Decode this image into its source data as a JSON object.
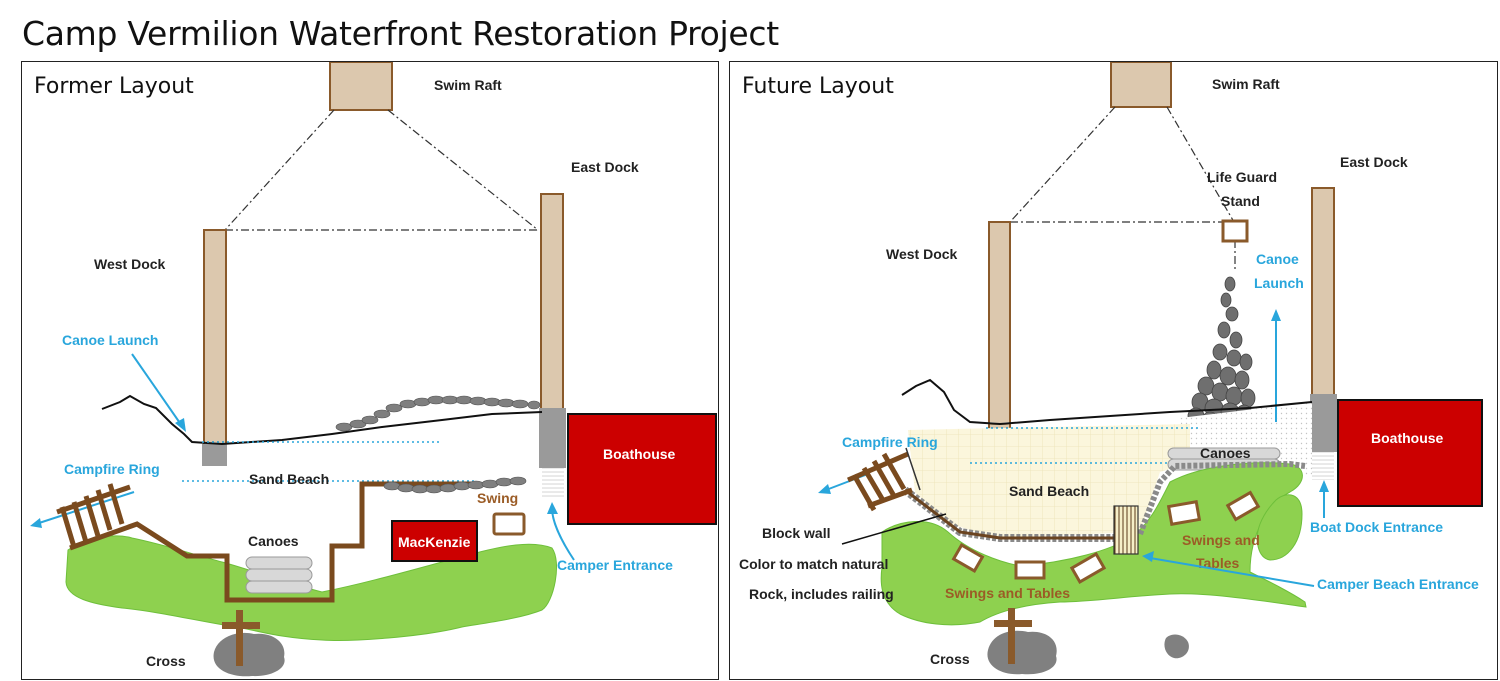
{
  "title": "Camp Vermilion Waterfront Restoration Project",
  "colors": {
    "dock": "#8a5a2b",
    "grass": "#8ed14f",
    "building": "#cc0000",
    "label_blue": "#29a6dc",
    "label_brown": "#9b5c26",
    "rock": "#808080"
  },
  "former": {
    "heading": "Former Layout",
    "swim_raft": "Swim Raft",
    "east_dock": "East Dock",
    "west_dock": "West Dock",
    "canoe_launch": "Canoe Launch",
    "campfire_ring": "Campfire Ring",
    "sand_beach": "Sand Beach",
    "boathouse": "Boathouse",
    "swing": "Swing",
    "canoes": "Canoes",
    "mackenzie": "MacKenzie",
    "camper_entrance": "Camper Entrance",
    "cross": "Cross"
  },
  "future": {
    "heading": "Future Layout",
    "swim_raft": "Swim Raft",
    "east_dock": "East Dock",
    "life_guard_1": "Life Guard",
    "life_guard_2": "Stand",
    "west_dock": "West Dock",
    "canoe_launch_1": "Canoe",
    "canoe_launch_2": "Launch",
    "campfire_ring": "Campfire Ring",
    "canoes": "Canoes",
    "boathouse": "Boathouse",
    "sand_beach": "Sand Beach",
    "swings_tables_right_1": "Swings and",
    "swings_tables_right_2": "Tables",
    "boat_dock_entrance": "Boat Dock Entrance",
    "block_wall_1": "Block wall",
    "block_wall_2": "Color to match natural",
    "block_wall_3": "Rock, includes railing",
    "swings_tables_left": "Swings and Tables",
    "camper_beach_entrance": "Camper Beach Entrance",
    "cross": "Cross"
  }
}
